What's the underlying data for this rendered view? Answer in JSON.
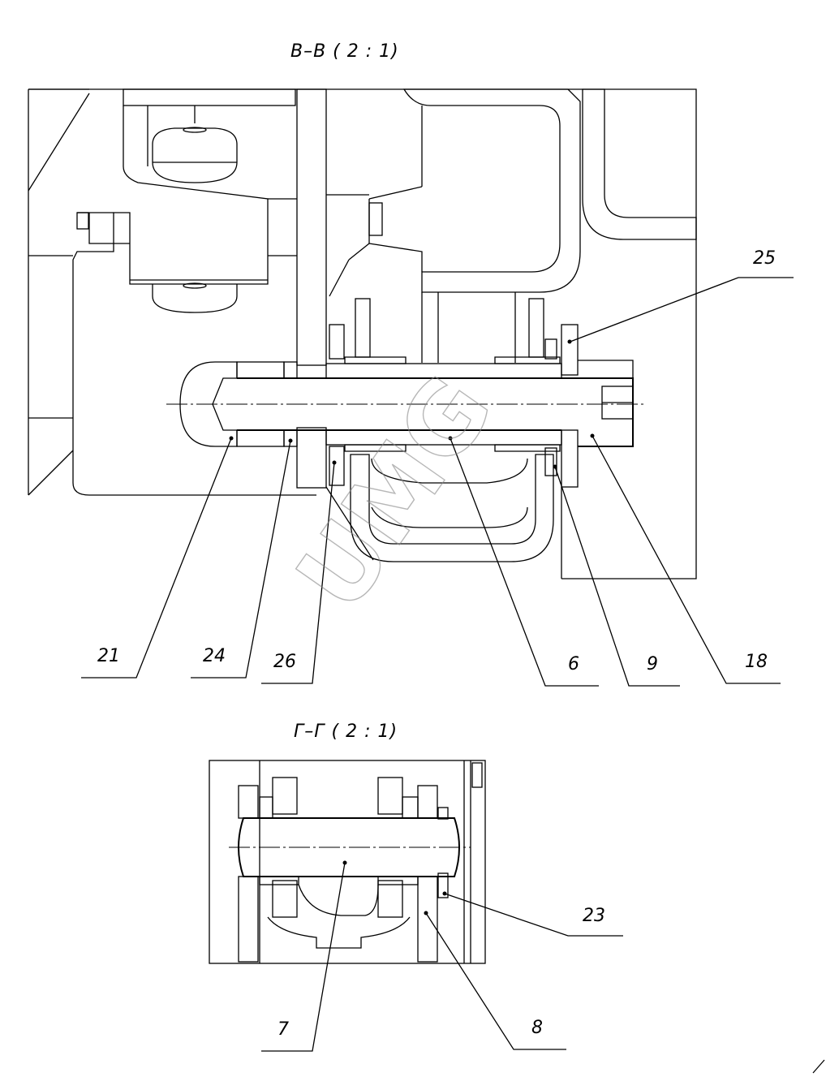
{
  "sections": [
    {
      "title": "В–В ( 2 : 1)",
      "callouts": [
        {
          "id": "25",
          "label": "25"
        },
        {
          "id": "21",
          "label": "21"
        },
        {
          "id": "24",
          "label": "24"
        },
        {
          "id": "26",
          "label": "26"
        },
        {
          "id": "6",
          "label": "6"
        },
        {
          "id": "9",
          "label": "9"
        },
        {
          "id": "18",
          "label": "18"
        }
      ]
    },
    {
      "title": "Г–Г ( 2 : 1)",
      "callouts": [
        {
          "id": "23",
          "label": "23"
        },
        {
          "id": "7",
          "label": "7"
        },
        {
          "id": "8",
          "label": "8"
        }
      ]
    }
  ],
  "watermark": "UMG"
}
